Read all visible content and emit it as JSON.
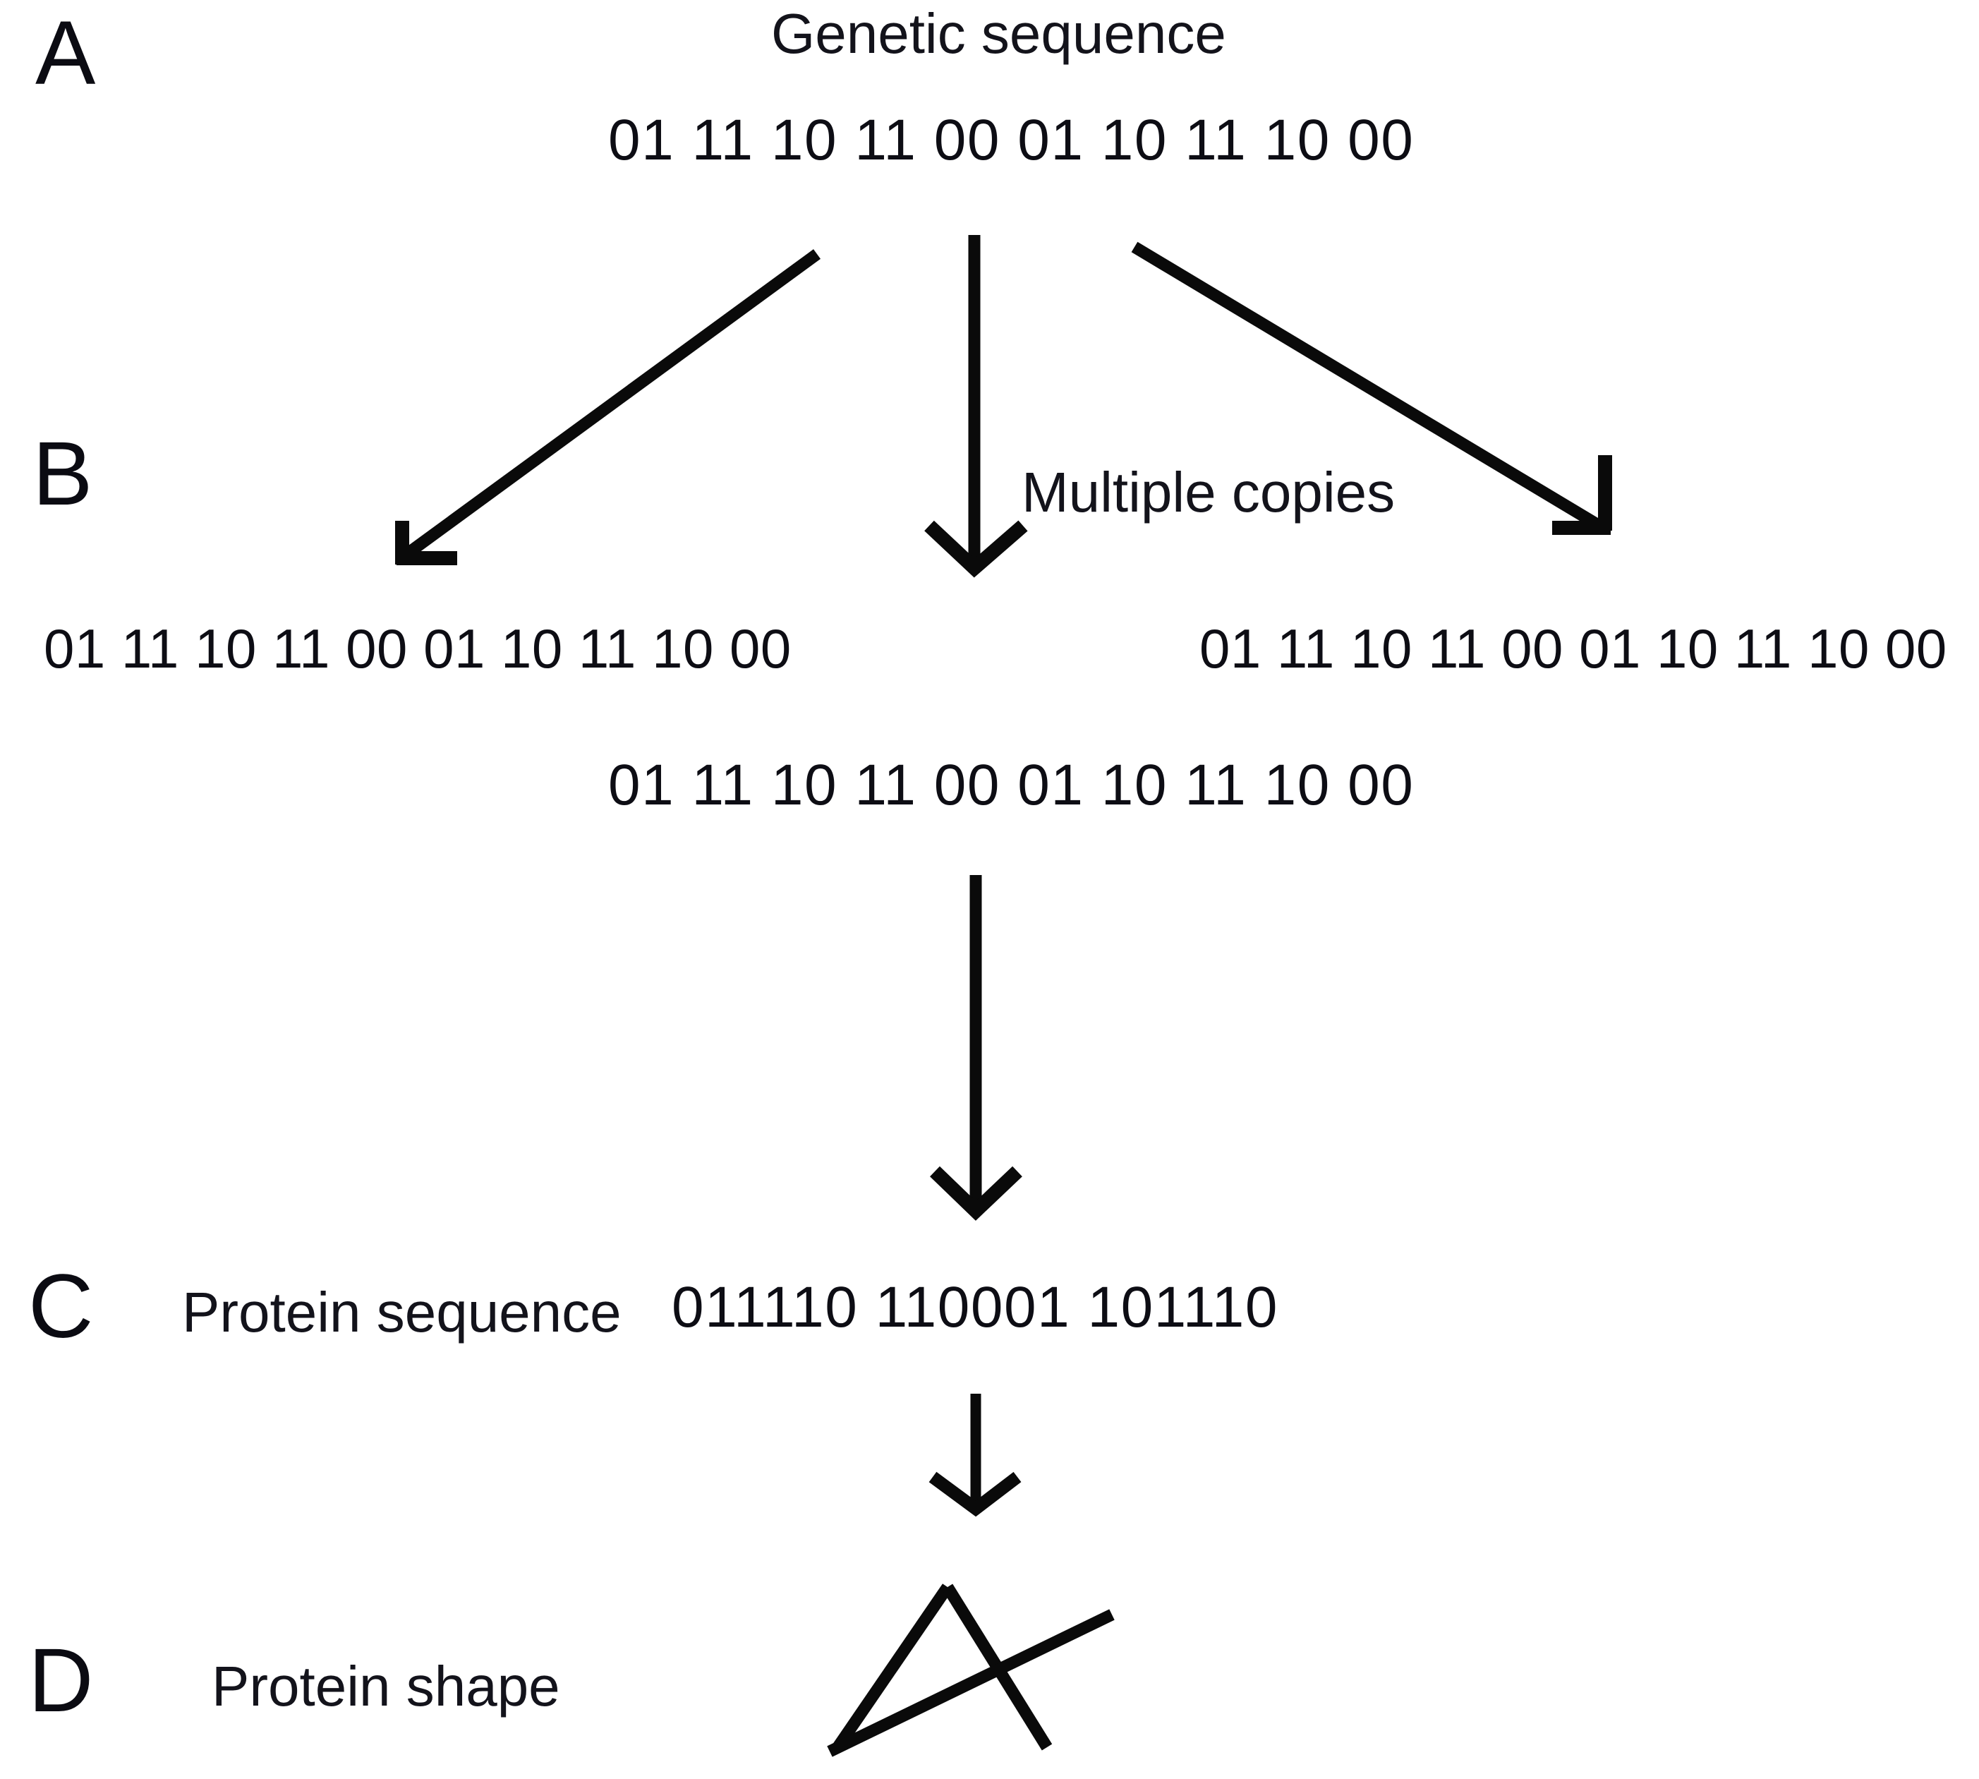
{
  "figure": {
    "background_color": "#ffffff",
    "ink_color": "#0a0a0a",
    "panels": [
      "A",
      "B",
      "C",
      "D"
    ]
  },
  "panel_a": {
    "letter": "A",
    "title": "Genetic sequence",
    "sequence": "01 11 10 11 00 01 10 11 10 00"
  },
  "panel_b": {
    "letter": "B",
    "arrow_label": "Multiple copies",
    "copies": [
      "01 11 10 11 00 01 10 11 10 00",
      "01 11 10 11 00 01 10 11 10 00",
      "01 11 10 11 00 01 10 11 10 00"
    ],
    "copy_left": "01 11 10 11 00 01 10 11 10 00",
    "copy_center": "01 11 10 11 00 01 10 11 10 00",
    "copy_right": "01 11 10 11 00 01 10 11 10 00"
  },
  "panel_c": {
    "letter": "C",
    "label": "Protein sequence",
    "sequence": "011110 110001 101110"
  },
  "panel_d": {
    "letter": "D",
    "label": "Protein shape",
    "shape_name": "folded-protein-glyph"
  },
  "icons": {
    "arrow_down": "arrow-down-icon",
    "arrow_down_left": "arrow-down-left-icon",
    "arrow_down_right": "arrow-down-right-icon",
    "protein_shape": "protein-shape-icon"
  }
}
